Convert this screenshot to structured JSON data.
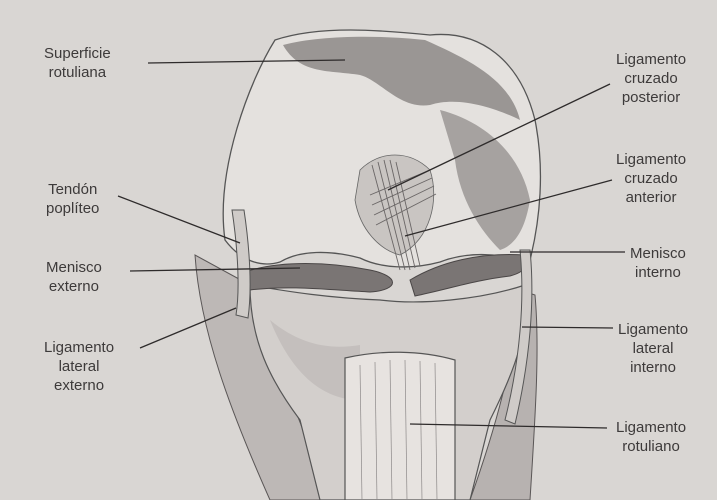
{
  "labels": {
    "superficie_rotuliana": [
      "Superficie",
      "rotuliana"
    ],
    "ligamento_cruzado_posterior": [
      "Ligamento",
      "cruzado",
      "posterior"
    ],
    "tendon_popliteo": [
      "Tendón",
      "poplíteo"
    ],
    "ligamento_cruzado_anterior": [
      "Ligamento",
      "cruzado",
      "anterior"
    ],
    "menisco_externo": [
      "Menisco",
      "externo"
    ],
    "menisco_interno": [
      "Menisco",
      "interno"
    ],
    "ligamento_lateral_externo": [
      "Ligamento",
      "lateral",
      "externo"
    ],
    "ligamento_lateral_interno": [
      "Ligamento",
      "lateral",
      "interno"
    ],
    "ligamento_rotuliano": [
      "Ligamento",
      "rotuliano"
    ]
  },
  "colors": {
    "background": "#d9d6d3",
    "text": "#3d3a3a",
    "line": "#2e2b2b",
    "bone_light": "#ebe8e5",
    "bone_shadow": "#8f8b8a",
    "meniscus": "#6f6a69"
  }
}
